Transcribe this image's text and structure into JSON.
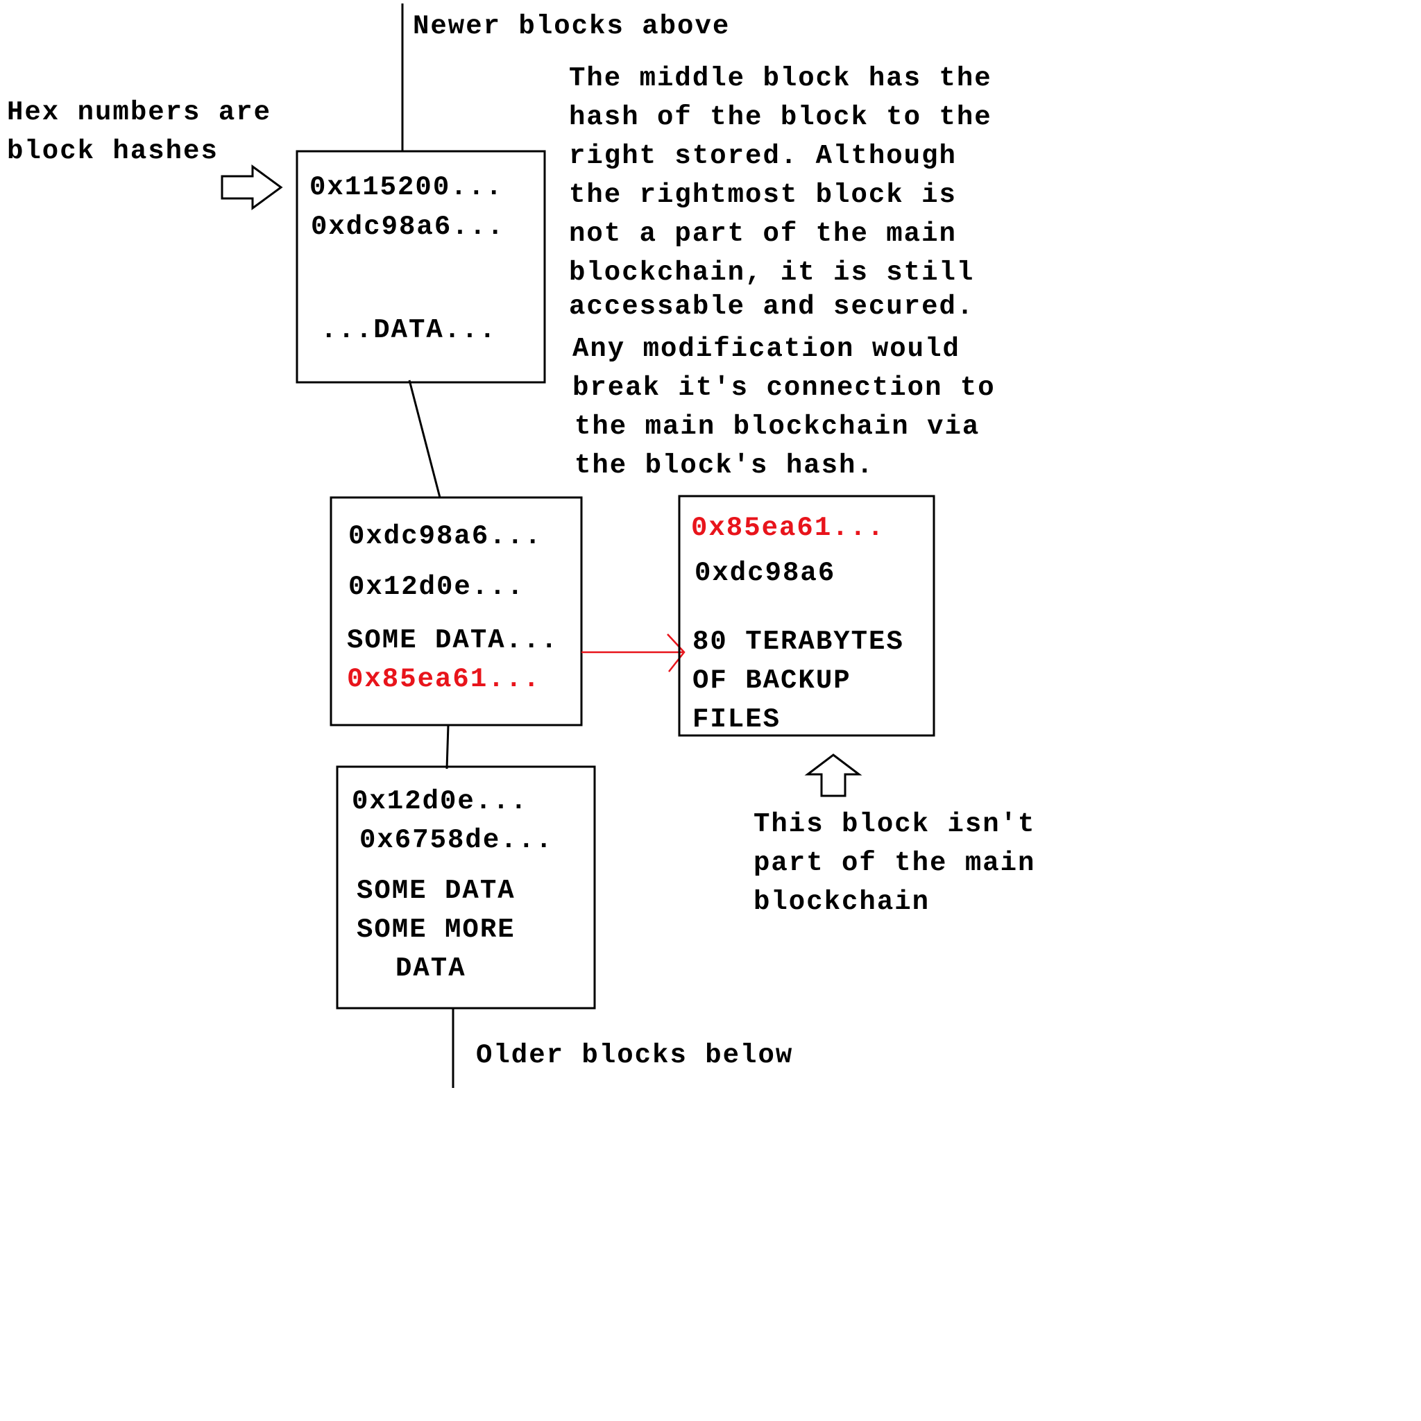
{
  "colors": {
    "ink": "#000000",
    "highlight": "#e8141b",
    "background": "#ffffff"
  },
  "top_label": "Newer blocks above",
  "bottom_label": "Older blocks below",
  "hex_note": [
    "Hex numbers are",
    "block hashes"
  ],
  "explanation": [
    "The middle block has the",
    "hash of the block to the",
    "right stored.  Although",
    "the rightmost block is",
    "not a part of the main",
    "blockchain, it is still",
    "accessable and secured.",
    "Any modification would",
    "break it's connection to",
    "the main blockchain via",
    "the block's hash."
  ],
  "blocks": {
    "top": {
      "hash": "0x115200...",
      "prev_hash": "0xdc98a6...",
      "data": "...DATA..."
    },
    "middle": {
      "hash": "0xdc98a6...",
      "prev_hash": "0x12d0e...",
      "data": "SOME DATA...",
      "side_hash": "0x85ea61..."
    },
    "bottom": {
      "hash": "0x12d0e...",
      "prev_hash": "0x6758de...",
      "data": [
        "SOME DATA",
        "SOME MORE",
        "DATA"
      ]
    },
    "side": {
      "hash": "0x85ea61...",
      "prev_hash": "0xdc98a6",
      "data": [
        "80 TERABYTES",
        "OF BACKUP",
        "FILES"
      ]
    }
  },
  "side_note": [
    "This block isn't",
    "part of the main",
    "blockchain"
  ]
}
